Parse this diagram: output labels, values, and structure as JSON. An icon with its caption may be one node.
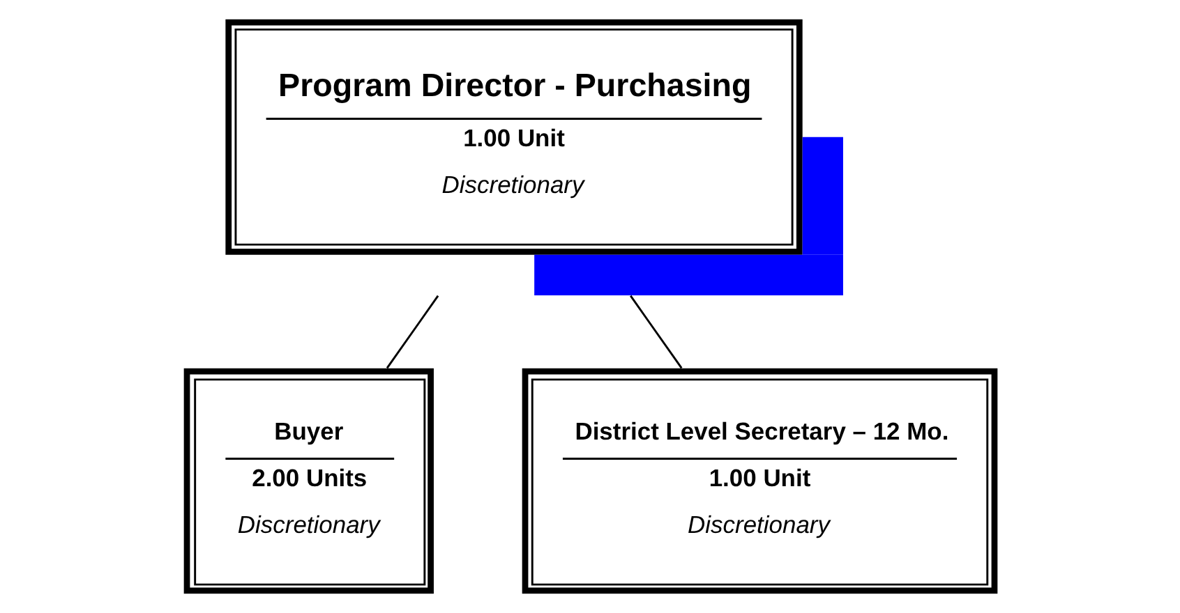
{
  "diagram": {
    "nodes": [
      {
        "text": [
          "Program Director - Purchasing",
          "1.00 Unit",
          "Discretionary"
        ]
      },
      {
        "text": [
          "Buyer",
          "2.00 Units",
          "Discretionary"
        ]
      },
      {
        "text": [
          "District Level Secretary – 12 Mo.",
          "1.00 Unit",
          "Discretionary"
        ]
      }
    ],
    "edges": [
      {
        "from": 0,
        "to": 1,
        "arrow": "none"
      },
      {
        "from": 0,
        "to": 2,
        "arrow": "none"
      }
    ]
  }
}
